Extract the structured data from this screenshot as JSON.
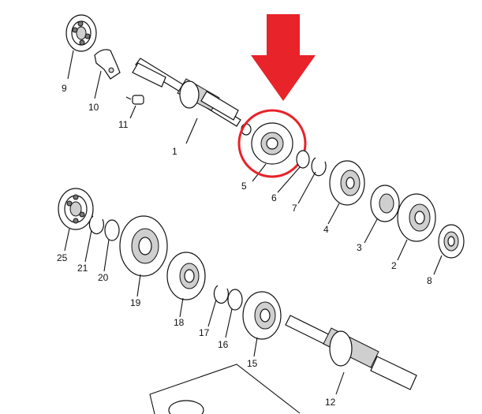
{
  "diagram": {
    "accent_color": "#e8232a",
    "highlighted_part": "5",
    "parts": [
      {
        "id": "p1",
        "label": "1"
      },
      {
        "id": "p2",
        "label": "2"
      },
      {
        "id": "p3",
        "label": "3"
      },
      {
        "id": "p4",
        "label": "4"
      },
      {
        "id": "p5",
        "label": "5"
      },
      {
        "id": "p6",
        "label": "6"
      },
      {
        "id": "p7",
        "label": "7"
      },
      {
        "id": "p8",
        "label": "8"
      },
      {
        "id": "p9",
        "label": "9"
      },
      {
        "id": "p10",
        "label": "10"
      },
      {
        "id": "p11",
        "label": "11"
      },
      {
        "id": "p12",
        "label": "12"
      },
      {
        "id": "p15",
        "label": "15"
      },
      {
        "id": "p16",
        "label": "16"
      },
      {
        "id": "p17",
        "label": "17"
      },
      {
        "id": "p18",
        "label": "18"
      },
      {
        "id": "p19",
        "label": "19"
      },
      {
        "id": "p20",
        "label": "20"
      },
      {
        "id": "p21",
        "label": "21"
      },
      {
        "id": "p25",
        "label": "25"
      }
    ]
  }
}
